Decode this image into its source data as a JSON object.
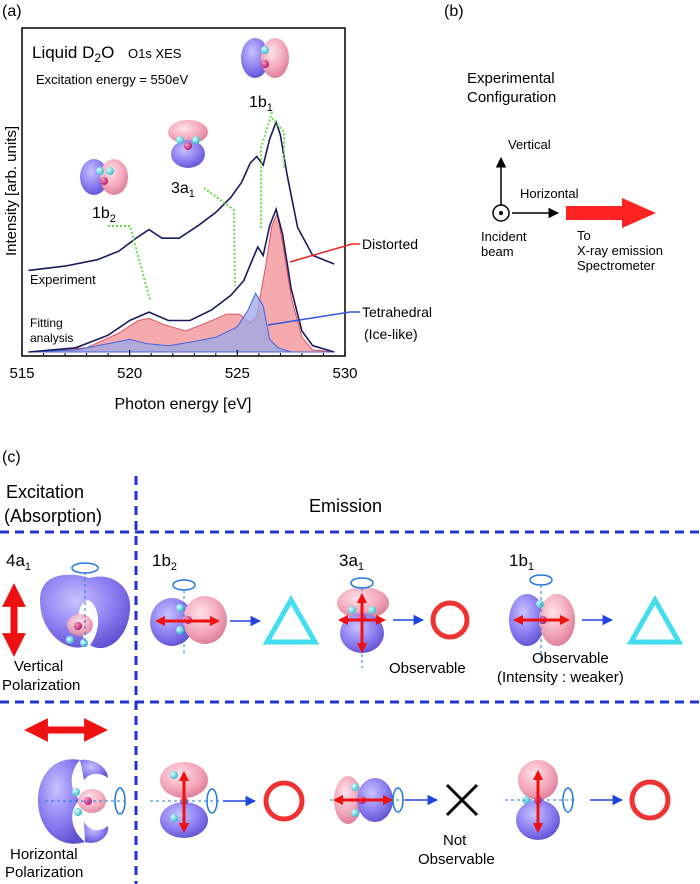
{
  "panels": {
    "a": "(a)",
    "b": "(b)",
    "c": "(c)"
  },
  "colors": {
    "accent_blue": "#2233cc",
    "distorted_fill": "#f4a7aa",
    "tetrahedral_fill": "#9aa8e8",
    "experiment_line": "#1a1a5e",
    "peak_guide": "#66dd44",
    "polarization_arrow": "#ee1111",
    "observable_circle": "#ee3333",
    "weak_triangle": "#44ddee",
    "orbital_pink": "#f5b5c5",
    "orbital_purple": "#8877ee"
  },
  "chart_data": {
    "type": "line",
    "title_main": "Liquid D",
    "title_sub": "2",
    "title_o": "O",
    "title_tail": "O1s XES",
    "excitation": "Excitation energy = 550eV",
    "xlabel": "Photon energy [eV]",
    "ylabel": "Intensity [arb. units]",
    "xlim": [
      515,
      530
    ],
    "x_ticks": [
      515,
      520,
      525,
      530
    ],
    "x_tick_labels": [
      "515",
      "520",
      "525",
      "530"
    ],
    "series": [
      {
        "name": "Experiment",
        "role": "experiment",
        "points": [
          [
            515.3,
            0.37
          ],
          [
            517.0,
            0.39
          ],
          [
            518.5,
            0.42
          ],
          [
            519.5,
            0.46
          ],
          [
            520.3,
            0.52
          ],
          [
            520.9,
            0.56
          ],
          [
            521.5,
            0.52
          ],
          [
            522.3,
            0.52
          ],
          [
            523.2,
            0.58
          ],
          [
            524.0,
            0.64
          ],
          [
            524.7,
            0.71
          ],
          [
            525.2,
            0.78
          ],
          [
            525.6,
            0.87
          ],
          [
            525.9,
            0.9
          ],
          [
            526.2,
            0.86
          ],
          [
            526.5,
            0.98
          ],
          [
            526.8,
            1.06
          ],
          [
            527.0,
            1.0
          ],
          [
            527.3,
            0.82
          ],
          [
            527.8,
            0.57
          ],
          [
            528.5,
            0.44
          ],
          [
            529.5,
            0.4
          ]
        ]
      },
      {
        "name": "Fitting analysis",
        "role": "fit",
        "points": [
          [
            515.3,
            0.0
          ],
          [
            517.5,
            0.02
          ],
          [
            519.0,
            0.08
          ],
          [
            520.0,
            0.15
          ],
          [
            520.9,
            0.19
          ],
          [
            521.8,
            0.15
          ],
          [
            522.8,
            0.15
          ],
          [
            523.8,
            0.2
          ],
          [
            524.7,
            0.27
          ],
          [
            525.3,
            0.34
          ],
          [
            525.7,
            0.44
          ],
          [
            525.95,
            0.5
          ],
          [
            526.2,
            0.46
          ],
          [
            526.5,
            0.6
          ],
          [
            526.8,
            0.68
          ],
          [
            527.1,
            0.56
          ],
          [
            527.5,
            0.3
          ],
          [
            528.0,
            0.1
          ],
          [
            528.5,
            0.03
          ],
          [
            529.5,
            0.0
          ]
        ]
      },
      {
        "name": "Distorted",
        "role": "distorted",
        "points": [
          [
            515.3,
            0.0
          ],
          [
            518.0,
            0.02
          ],
          [
            519.5,
            0.09
          ],
          [
            520.4,
            0.15
          ],
          [
            520.9,
            0.16
          ],
          [
            521.6,
            0.13
          ],
          [
            522.6,
            0.1
          ],
          [
            523.6,
            0.14
          ],
          [
            524.5,
            0.18
          ],
          [
            525.1,
            0.18
          ],
          [
            525.6,
            0.14
          ],
          [
            525.9,
            0.17
          ],
          [
            526.3,
            0.4
          ],
          [
            526.6,
            0.6
          ],
          [
            526.85,
            0.66
          ],
          [
            527.1,
            0.52
          ],
          [
            527.5,
            0.26
          ],
          [
            528.0,
            0.07
          ],
          [
            528.5,
            0.01
          ],
          [
            529.5,
            0.0
          ]
        ]
      },
      {
        "name": "Tetrahedral",
        "role": "tetrahedral",
        "points": [
          [
            515.3,
            0.0
          ],
          [
            517.5,
            0.01
          ],
          [
            519.0,
            0.04
          ],
          [
            520.0,
            0.06
          ],
          [
            520.8,
            0.04
          ],
          [
            521.8,
            0.03
          ],
          [
            523.0,
            0.05
          ],
          [
            524.0,
            0.07
          ],
          [
            525.0,
            0.12
          ],
          [
            525.5,
            0.2
          ],
          [
            525.85,
            0.28
          ],
          [
            526.2,
            0.22
          ],
          [
            526.5,
            0.06
          ],
          [
            526.9,
            0.02
          ],
          [
            527.5,
            0.0
          ],
          [
            529.5,
            0.0
          ]
        ]
      }
    ],
    "series_labels": {
      "experiment": "Experiment",
      "fitting": "Fitting",
      "analysis": "analysis",
      "distorted": "Distorted",
      "tetrahedral": "Tetrahedral",
      "ice_like": "(Ice-like)"
    },
    "peaks": [
      {
        "main": "1b",
        "sub": "2",
        "x": 521.0
      },
      {
        "main": "3a",
        "sub": "1",
        "x": 524.8
      },
      {
        "main": "1b",
        "sub": "1",
        "x": 526.3
      }
    ]
  },
  "config": {
    "title_line1": "Experimental",
    "title_line2": "Configuration",
    "vertical": "Vertical",
    "horizontal": "Horizontal",
    "incident_line1": "Incident",
    "incident_line2": "beam",
    "to_line1": "To",
    "to_line2": "X-ray emission",
    "to_line3": "Spectrometer"
  },
  "table": {
    "excitation_line1": "Excitation",
    "excitation_line2": "(Absorption)",
    "emission": "Emission",
    "absorption_orbital": {
      "main": "4a",
      "sub": "1"
    },
    "emission_orbitals": [
      {
        "main": "1b",
        "sub": "2"
      },
      {
        "main": "3a",
        "sub": "1"
      },
      {
        "main": "1b",
        "sub": "1"
      }
    ],
    "vertical_pol_line1": "Vertical",
    "vertical_pol_line2": "Polarization",
    "horizontal_pol_line1": "Horizontal",
    "horizontal_pol_line2": "Polarization",
    "observable": "Observable",
    "observable_weak_line1": "Observable",
    "observable_weak_line2": "(Intensity : weaker)",
    "not_line1": "Not",
    "not_line2": "Observable"
  }
}
